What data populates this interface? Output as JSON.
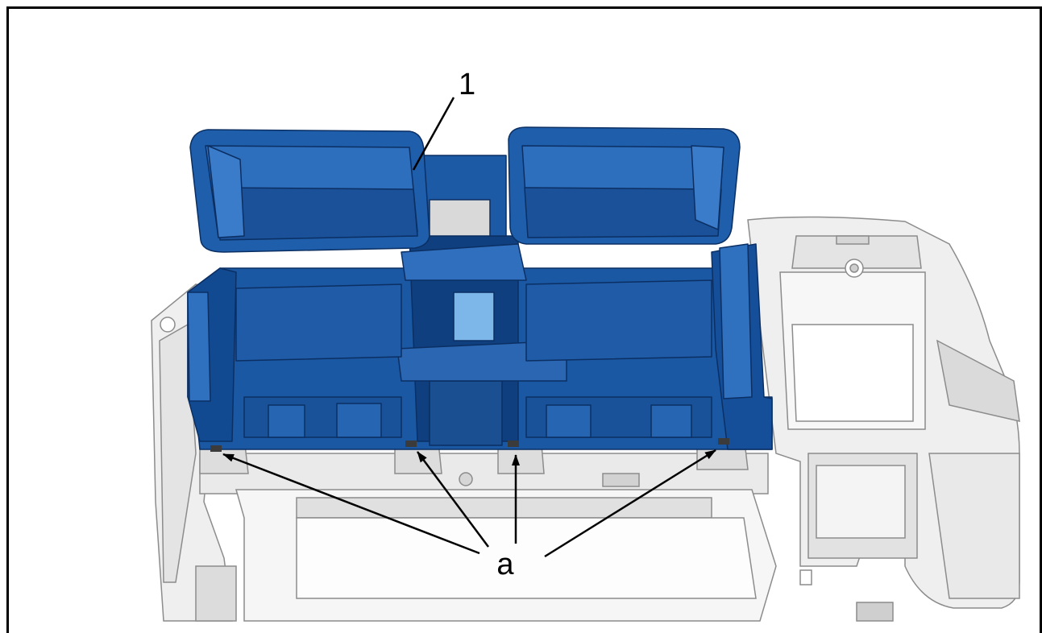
{
  "callouts": {
    "part_label": "1",
    "fastener_label": "a"
  },
  "colors": {
    "part_blue": "#1c5aa6",
    "part_blue_dark": "#0f3f80",
    "part_blue_light": "#3d7fcf",
    "panel_gray": "#eeeeee",
    "panel_edge": "#9c9c9c",
    "line": "#000000"
  },
  "parts": {
    "highlighted_part": "air-duct-assembly",
    "fastener_count": 4
  }
}
